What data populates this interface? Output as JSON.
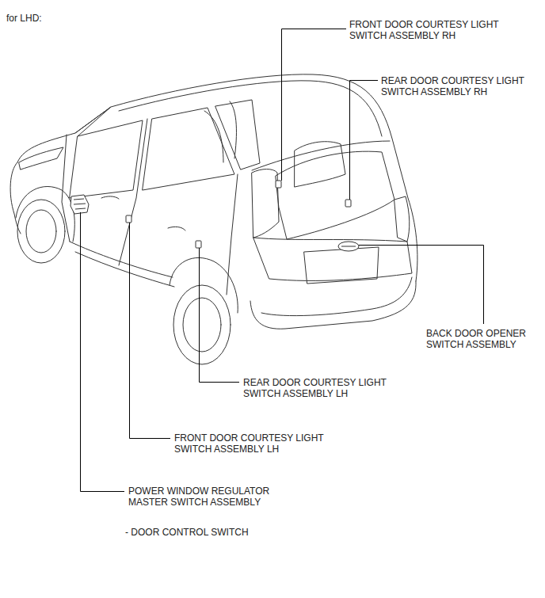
{
  "diagram": {
    "labels": [
      "for LHD:",
      "FRONT DOOR COURTESY LIGHT SWITCH ASSEMBLY RH",
      "REAR DOOR COURTESY LIGHT SWITCH ASSEMBLY RH",
      "BACK DOOR OPENER SWITCH ASSEMBLY",
      "REAR DOOR COURTESY LIGHT SWITCH ASSEMBLY LH",
      "FRONT DOOR COURTESY LIGHT SWITCH ASSEMBLY LH",
      "POWER WINDOW REGULATOR MASTER SWITCH ASSEMBLY",
      "- DOOR CONTROL SWITCH"
    ]
  }
}
